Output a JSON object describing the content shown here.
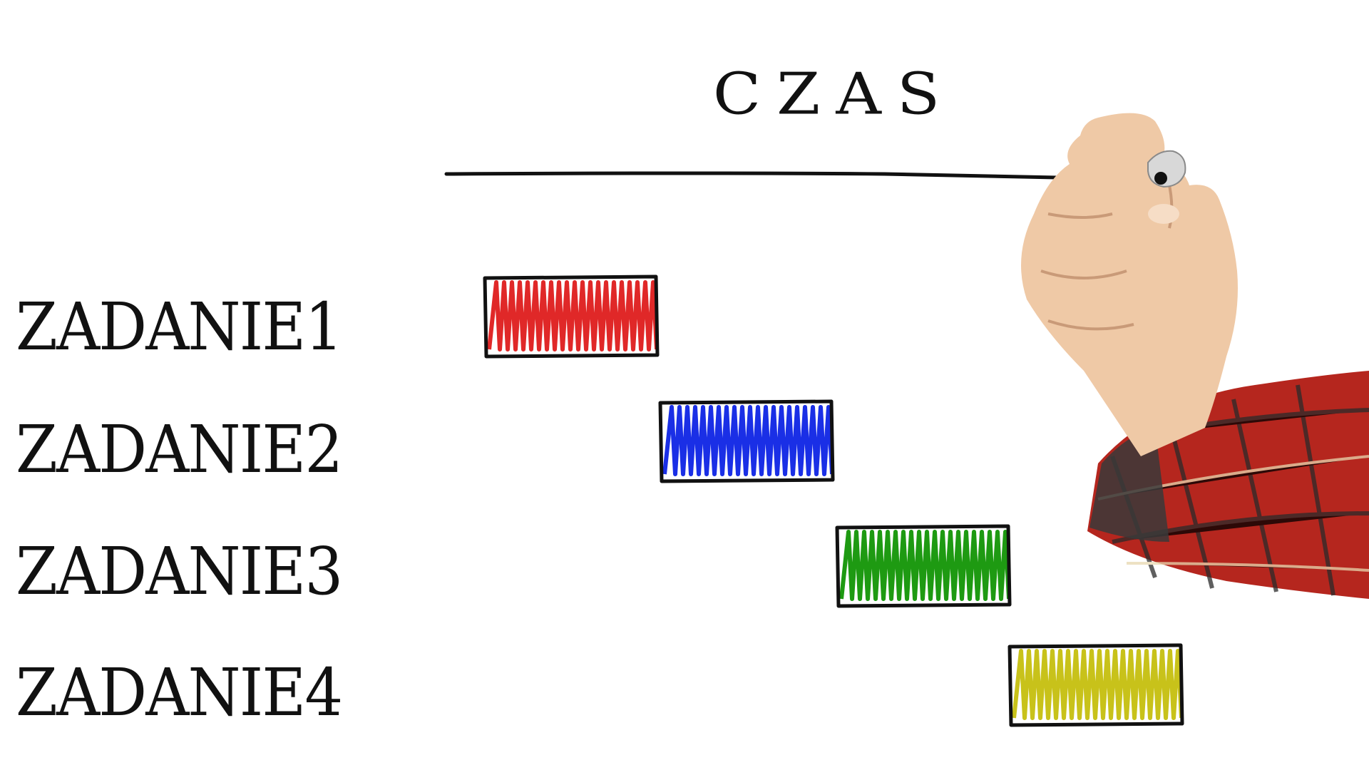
{
  "axis": {
    "label": "CZAS"
  },
  "tasks": [
    {
      "label": "ZADANIE1",
      "color": "#e02828"
    },
    {
      "label": "ZADANIE2",
      "color": "#1a2fe6"
    },
    {
      "label": "ZADANIE3",
      "color": "#1e9a12"
    },
    {
      "label": "ZADANIE4",
      "color": "#c8c21a"
    }
  ],
  "colors": {
    "ink": "#111111",
    "skin": "#efc9a6",
    "shirt_red": "#b5261e",
    "shirt_dark": "#2a2a2a",
    "marker_cap": "#d8d8d8"
  }
}
